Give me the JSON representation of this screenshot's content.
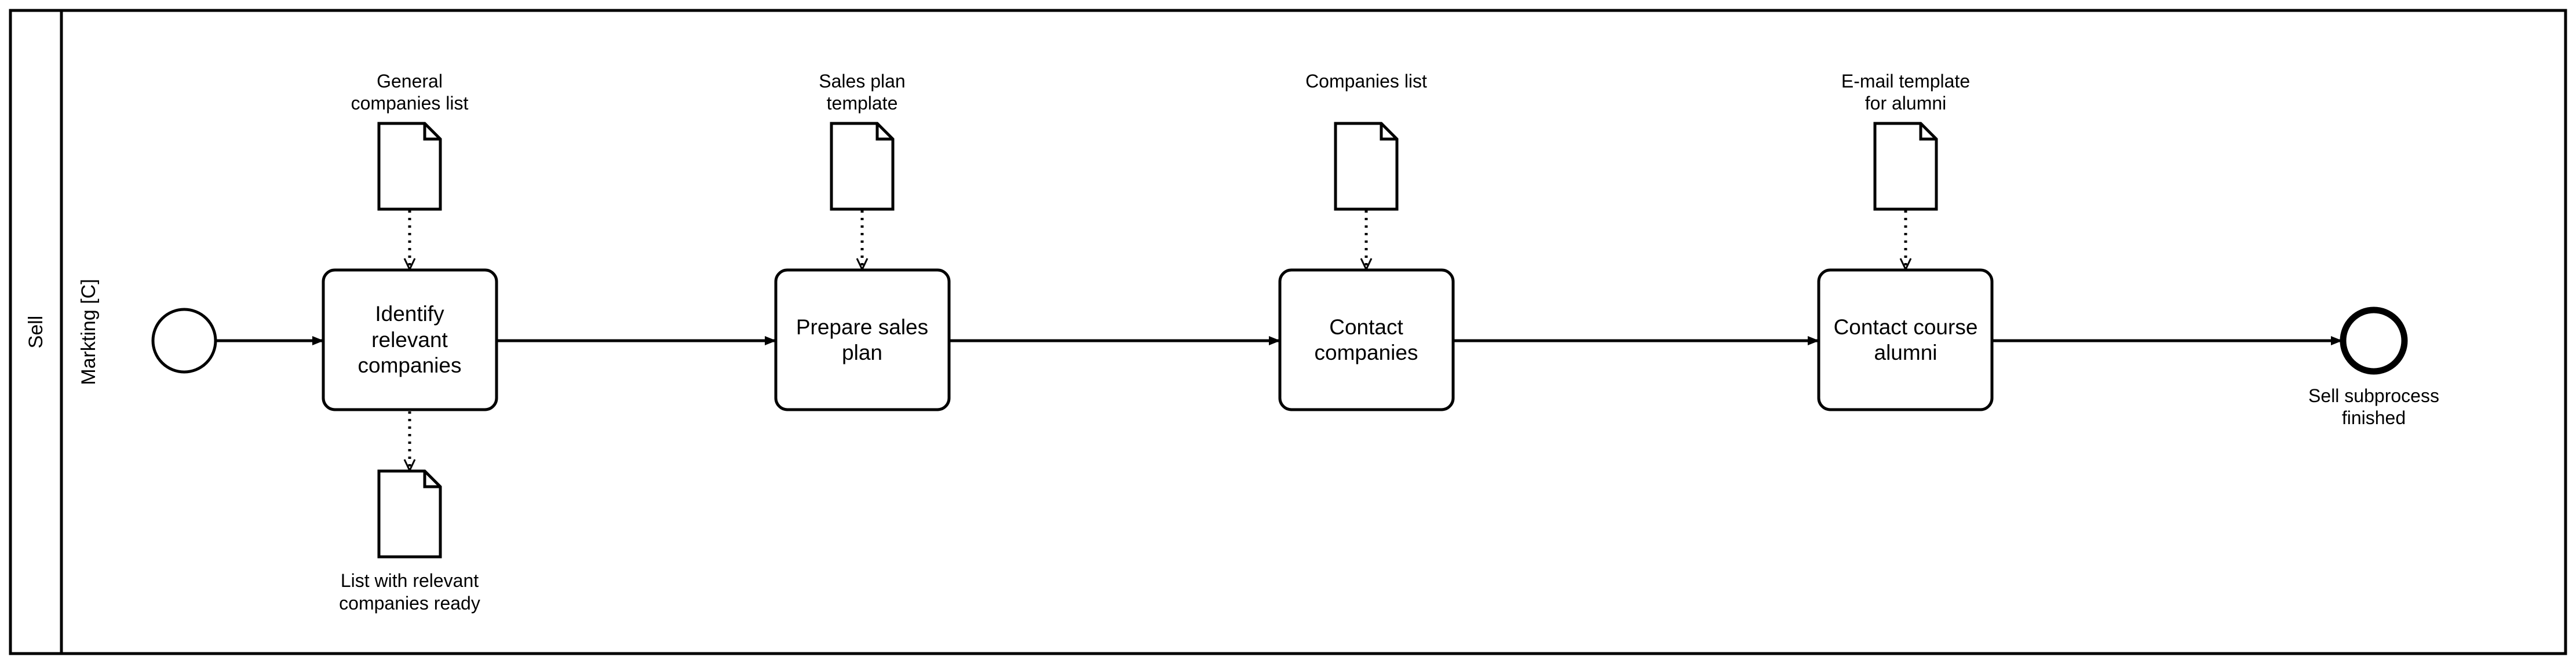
{
  "pool": {
    "label": "Sell",
    "lane": {
      "label": "Markting [C]"
    }
  },
  "start_event": {
    "label": ""
  },
  "tasks": [
    {
      "id": "identify",
      "lines": [
        "Identify",
        "relevant",
        "companies"
      ]
    },
    {
      "id": "prepare",
      "lines": [
        "Prepare sales",
        "plan"
      ]
    },
    {
      "id": "contact-companies",
      "lines": [
        "Contact",
        "companies"
      ]
    },
    {
      "id": "contact-alumni",
      "lines": [
        "Contact course",
        "alumni"
      ]
    }
  ],
  "input_documents": [
    {
      "lines": [
        "General",
        "companies list"
      ]
    },
    {
      "lines": [
        "Sales plan",
        "template"
      ]
    },
    {
      "lines": [
        "Companies list"
      ]
    },
    {
      "lines": [
        "E-mail template",
        "for alumni"
      ]
    }
  ],
  "output_document": {
    "lines": [
      "List with relevant",
      "companies ready"
    ]
  },
  "end_event": {
    "lines": [
      "Sell subprocess",
      "finished"
    ]
  }
}
